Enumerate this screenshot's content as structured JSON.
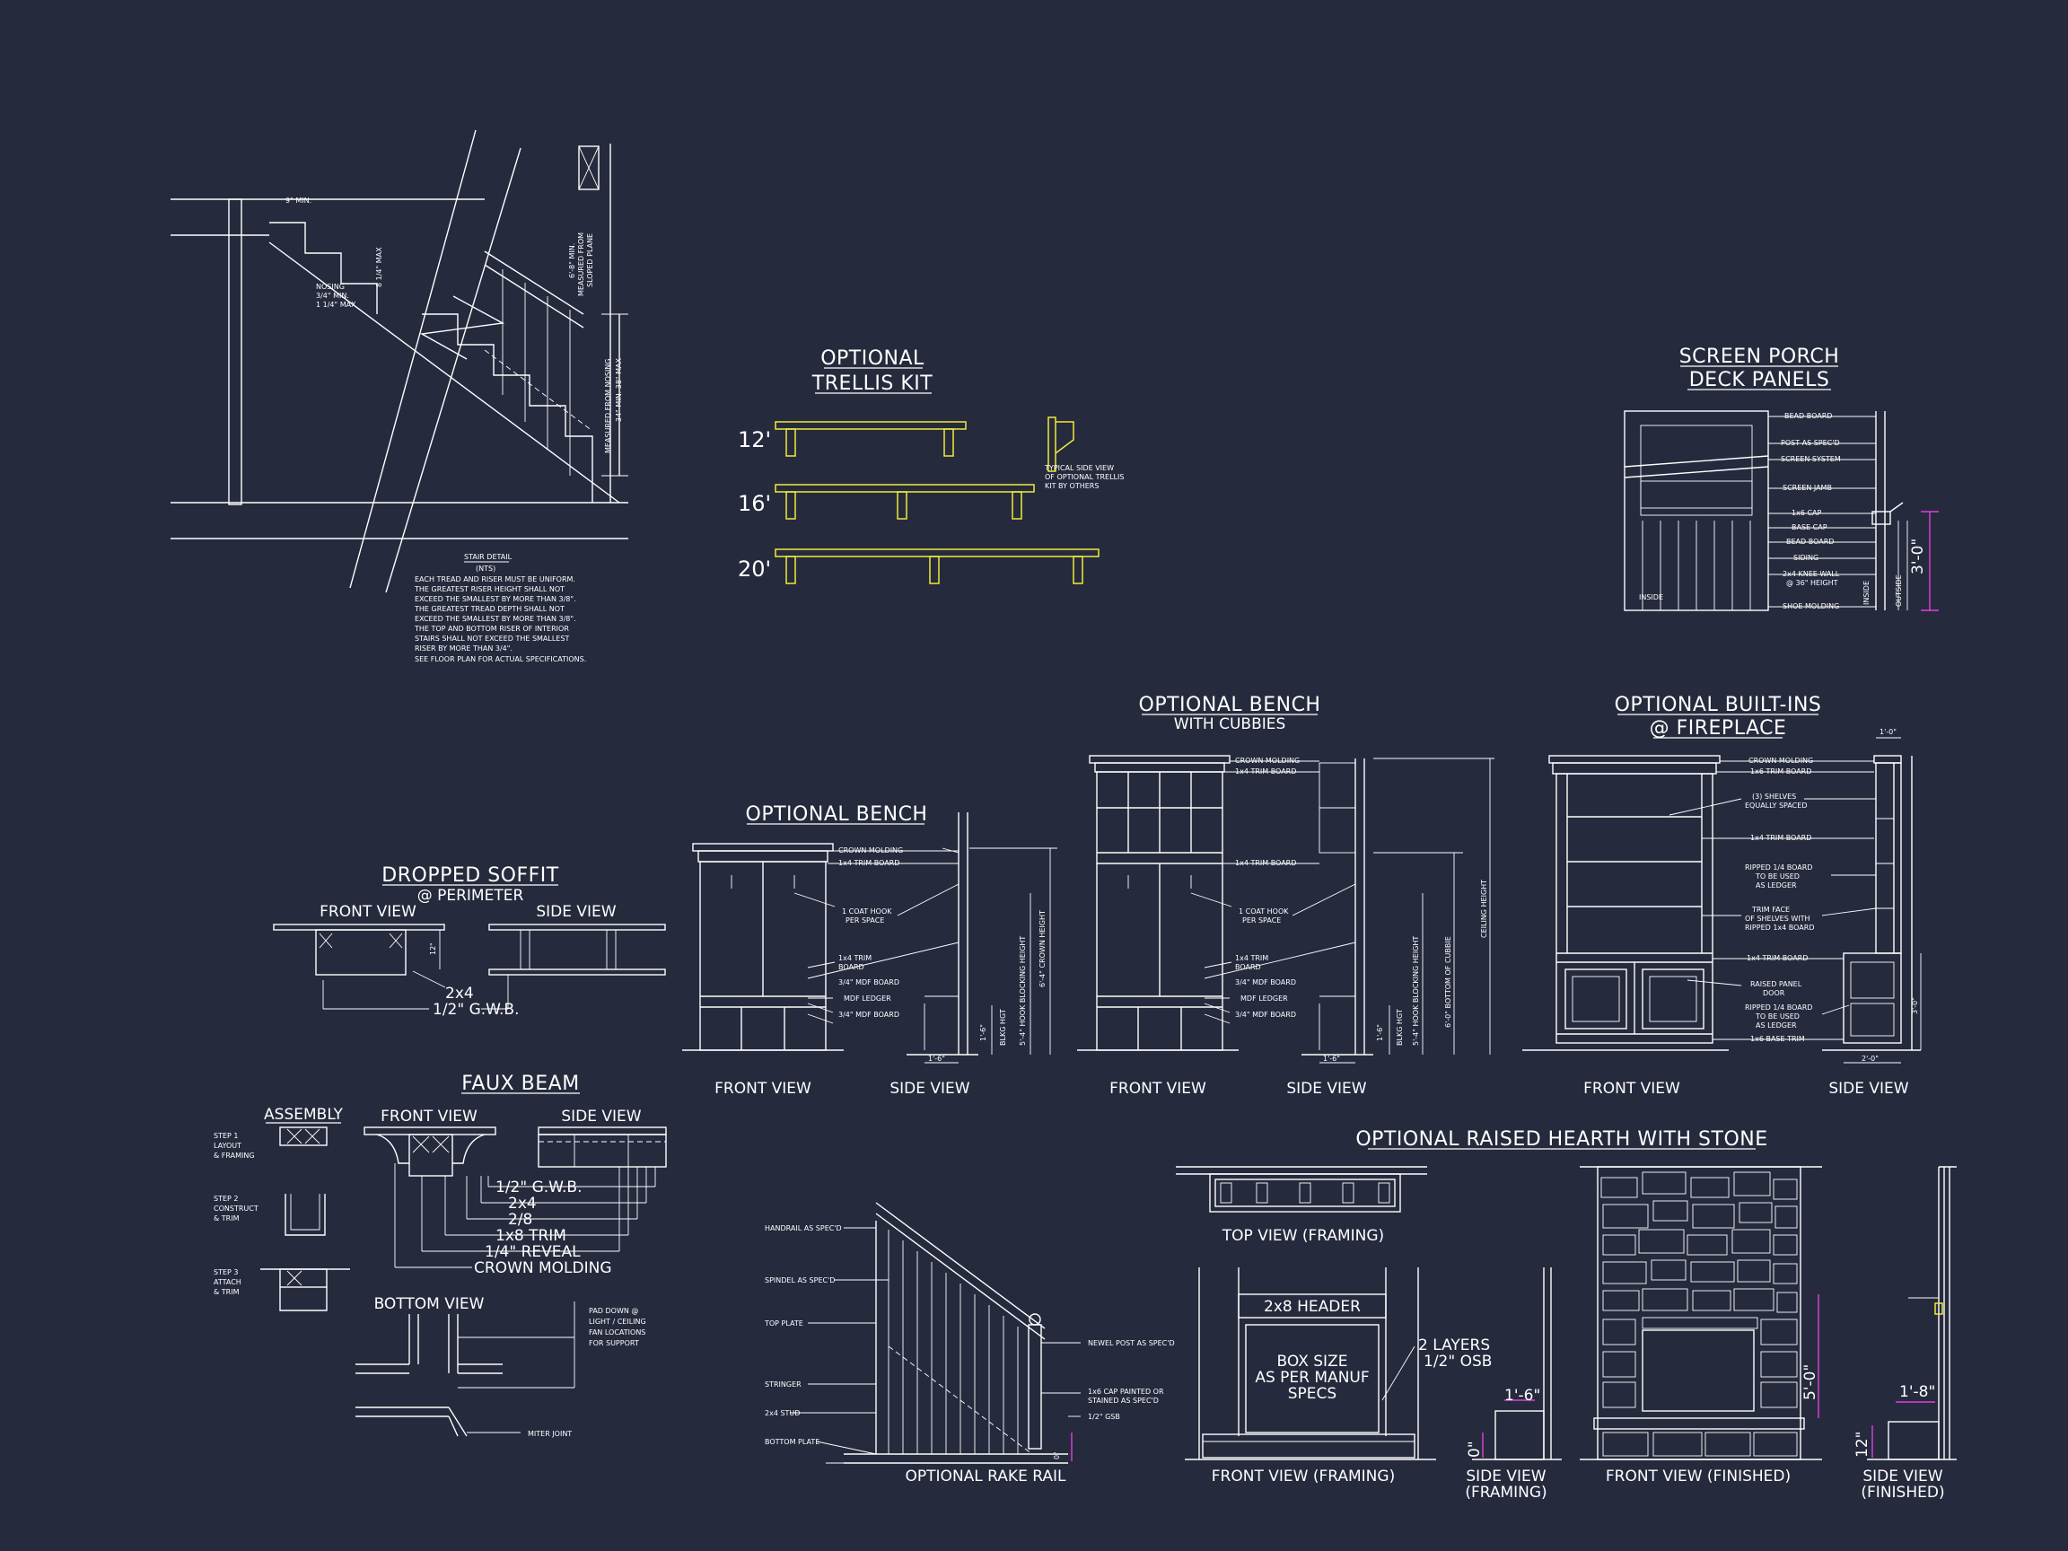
{
  "stair_detail": {
    "note_title": "STAIR DETAIL",
    "note_scale": "(NTS)",
    "note_lines": [
      "EACH TREAD AND RISER MUST BE UNIFORM.",
      "THE GREATEST RISER HEIGHT SHALL NOT",
      "EXCEED THE SMALLEST BY MORE THAN 3/8\".",
      "THE GREATEST TREAD DEPTH SHALL NOT",
      "EXCEED THE SMALLEST BY MORE THAN 3/8\".",
      "THE TOP AND BOTTOM RISER OF INTERIOR",
      "STAIRS SHALL NOT EXCEED THE SMALLEST",
      "RISER BY MORE THAN 3/4\".",
      "SEE FLOOR PLAN FOR ACTUAL SPECIFICATIONS."
    ],
    "tread_min": "9\" MIN.",
    "riser_max": "8 1/4\" MAX",
    "nosing_1": "NOSING",
    "nosing_2": "3/4\" MIN.",
    "nosing_3": "1 1/4\" MAX",
    "headroom_1": "6'-8\" MIN.",
    "headroom_2": "MEASURED FROM",
    "headroom_3": "SLOPED PLANE",
    "rail_1": "MEASURED FROM NOSING",
    "rail_2": "34\" MIN. 38\" MAX"
  },
  "trellis": {
    "title_1": "OPTIONAL",
    "title_2": "TRELLIS KIT",
    "sizes": [
      "12'",
      "16'",
      "20'"
    ],
    "side_note": [
      "TYPICAL SIDE VIEW",
      "OF OPTIONAL TRELLIS",
      "KIT BY OTHERS"
    ],
    "accent": "#f2ea3a"
  },
  "screen_porch": {
    "title_1": "SCREEN PORCH",
    "title_2": "DECK PANELS",
    "labels": [
      "BEAD BOARD",
      "POST AS SPEC'D",
      "SCREEN SYSTEM",
      "SCREEN JAMB",
      "1x6 CAP",
      "BASE CAP",
      "BEAD BOARD",
      "SIDING",
      "2x4 KNEE WALL",
      "@ 36\" HEIGHT",
      "SHOE MOLDING"
    ],
    "inside": "INSIDE",
    "inside_2": "INSIDE",
    "outside": "OUTSIDE",
    "height": "3'-0\""
  },
  "dropped_soffit": {
    "title": "DROPPED SOFFIT",
    "subtitle": "@ PERIMETER",
    "front": "FRONT VIEW",
    "side": "SIDE VIEW",
    "dim": "12\"",
    "l1": "2x4",
    "l2": "1/2\" G.W.B."
  },
  "bench": {
    "title": "OPTIONAL BENCH",
    "labels": [
      "CROWN MOLDING",
      "1x4 TRIM BOARD",
      "1 COAT HOOK",
      "PER SPACE",
      "1x4 TRIM",
      "BOARD",
      "3/4\" MDF BOARD",
      "MDF LEDGER",
      "3/4\" MDF BOARD"
    ],
    "dims": [
      "1'-6\"",
      "1'-6\"",
      "BLKG HGT",
      "5'-4\" HOOK BLOCKING HEIGHT",
      "6'-4\" CROWN HEIGHT"
    ],
    "front": "FRONT VIEW",
    "side": "SIDE VIEW"
  },
  "bench_cubbies": {
    "title": "OPTIONAL BENCH",
    "subtitle": "WITH CUBBIES",
    "labels": [
      "CROWN MOLDING",
      "1x4 TRIM BOARD",
      "1x4 TRIM BOARD",
      "1 COAT HOOK",
      "PER SPACE",
      "1x4 TRIM",
      "BOARD",
      "3/4\" MDF BOARD",
      "MDF LEDGER",
      "3/4\" MDF BOARD"
    ],
    "dims": [
      "1'-6\"",
      "1'-6\"",
      "BLKG HGT",
      "5'-4\" HOOK BLOCKING HEIGHT",
      "6'-0\" BOTTOM OF CUBBIE",
      "CEILING HEIGHT"
    ],
    "front": "FRONT VIEW",
    "side": "SIDE VIEW"
  },
  "built_ins": {
    "title_1": "OPTIONAL BUILT-INS",
    "title_2": "@ FIREPLACE",
    "labels": [
      "CROWN MOLDING",
      "1x6 TRIM BOARD",
      "(3) SHELVES",
      "EQUALLY SPACED",
      "1x4 TRIM BOARD",
      "RIPPED 1/4 BOARD",
      "TO BE USED",
      "AS LEDGER",
      "TRIM FACE",
      "OF SHELVES WITH",
      "RIPPED 1x4 BOARD",
      "1x4 TRIM BOARD",
      "RAISED PANEL",
      "DOOR",
      "RIPPED 1/4 BOARD",
      "TO BE USED",
      "AS LEDGER",
      "1x6 BASE TRIM"
    ],
    "dims": [
      "1'-0\"",
      "2'-0\"",
      "3'-0\""
    ],
    "front": "FRONT VIEW",
    "side": "SIDE VIEW"
  },
  "faux_beam": {
    "title": "FAUX BEAM",
    "assembly": "ASSEMBLY",
    "step1": [
      "STEP 1",
      "LAYOUT",
      "& FRAMING"
    ],
    "step2": [
      "STEP 2",
      "CONSTRUCT",
      "& TRIM"
    ],
    "step3": [
      "STEP 3",
      "ATTACH",
      "& TRIM"
    ],
    "front": "FRONT VIEW",
    "side": "SIDE VIEW",
    "bottom": "BOTTOM VIEW",
    "layers": [
      "1/2\" G.W.B.",
      "2x4",
      "2/8",
      "1x8 TRIM",
      "1/4\" REVEAL",
      "CROWN MOLDING"
    ],
    "pad_note": [
      "PAD DOWN @",
      "LIGHT / CEILING",
      "FAN LOCATIONS",
      "FOR SUPPORT"
    ],
    "miter": "MITER JOINT"
  },
  "rake_rail": {
    "title": "OPTIONAL RAKE RAIL",
    "left_labels": [
      "HANDRAIL AS SPEC'D",
      "SPINDEL AS SPEC'D",
      "TOP PLATE",
      "STRINGER",
      "2x4 STUD",
      "BOTTOM PLATE"
    ],
    "right_labels": [
      "NEWEL POST AS SPEC'D",
      "1x6 CAP PAINTED OR",
      "STAINED AS SPEC'D",
      "1/2\" GSB"
    ],
    "dim": "0\""
  },
  "hearth": {
    "title": "OPTIONAL RAISED HEARTH WITH STONE",
    "top_view": "TOP VIEW (FRAMING)",
    "header": "2x8 HEADER",
    "box": [
      "BOX SIZE",
      "AS PER MANUF",
      "SPECS"
    ],
    "layers": [
      "2 LAYERS",
      "1/2\" OSB"
    ],
    "front_framing": "FRONT VIEW (FRAMING)",
    "side_framing": [
      "SIDE VIEW",
      "(FRAMING)"
    ],
    "front_finished": "FRONT VIEW (FINISHED)",
    "side_finished": [
      "SIDE VIEW",
      "(FINISHED)"
    ],
    "dims": [
      "1'-6\"",
      "0\"",
      "5'-0\"",
      "1'-8\"",
      "12\""
    ],
    "dim_accent": "#e040e0"
  }
}
